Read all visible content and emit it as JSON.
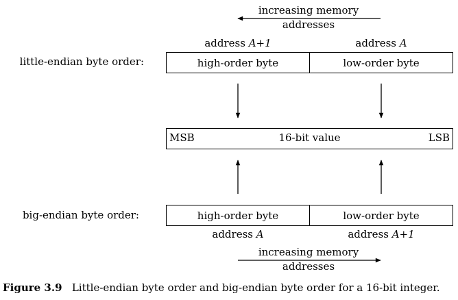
{
  "top": {
    "direction_label_line1": "increasing memory",
    "direction_label_line2": "addresses",
    "address_left_prefix": "address ",
    "address_left_var": "A+1",
    "address_right_prefix": "address ",
    "address_right_var": "A"
  },
  "little_endian": {
    "row_label": "little-endian byte order:",
    "left_cell": "high-order byte",
    "right_cell": "low-order byte"
  },
  "value_box": {
    "msb": "MSB",
    "center": "16-bit value",
    "lsb": "LSB"
  },
  "big_endian": {
    "row_label": "big-endian byte order:",
    "left_cell": "high-order byte",
    "right_cell": "low-order byte"
  },
  "bottom": {
    "address_left_prefix": "address ",
    "address_left_var": "A",
    "address_right_prefix": "address ",
    "address_right_var": "A+1",
    "direction_label_line1": "increasing memory",
    "direction_label_line2": "addresses"
  },
  "caption": {
    "figure_number": "Figure 3.9",
    "text": "Little-endian byte order and big-endian byte order for a 16-bit integer."
  }
}
